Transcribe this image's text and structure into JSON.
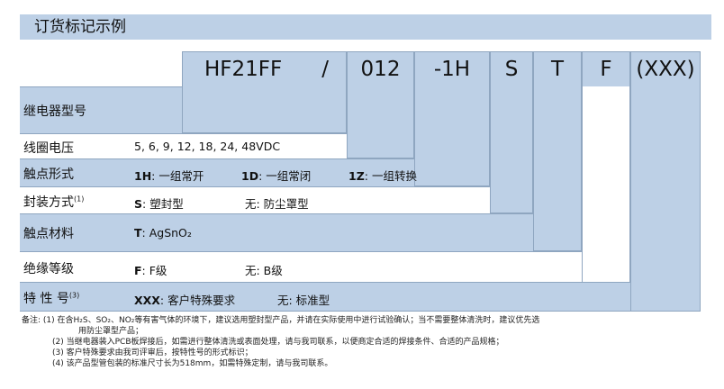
{
  "title": "订货标记示例",
  "part_number": {
    "model": "HF21FF",
    "slash": "/",
    "voltage": "012",
    "contact": "-1H",
    "seal": "S",
    "material": "T",
    "flex": "F",
    "special": "(XXX)"
  },
  "rows": {
    "relay_model": {
      "label": "继电器型号"
    },
    "coil_voltage": {
      "label": "线圈电压",
      "value": "5, 6, 9, 12, 18, 24, 48VDC"
    },
    "contact_form": {
      "label": "触点形式",
      "opt1_code": "1H",
      "opt1_text": ": 一组常开",
      "opt2_code": "1D",
      "opt2_text": ": 一组常闭",
      "opt3_code": "1Z",
      "opt3_text": ": 一组转换"
    },
    "package": {
      "label": "封装方式",
      "sup": "(1)",
      "opt1_code": "S",
      "opt1_text": ": 塑封型",
      "opt2_text": "无: 防尘罩型"
    },
    "contact_material": {
      "label": "触点材料",
      "code": "T",
      "text": ": AgSnO₂"
    },
    "insulation": {
      "label": "绝缘等级",
      "opt1_code": "F",
      "opt1_text": ": F级",
      "opt2_text": "无: B级"
    },
    "special": {
      "label": "特 性 号",
      "sup": "(3)",
      "opt1_code": "XXX",
      "opt1_text": ": 客户特殊要求",
      "opt2_text": "无: 标准型"
    }
  },
  "notes": {
    "n1a": "备注:  (1)  在含H₂S、SO₂、NO₂等有害气体的环境下，建议选用塑封型产品，并请在实际使用中进行试验确认；当不需要整体清洗时，建议优先选",
    "n1b": "用防尘罩型产品；",
    "n2": "(2) 当继电器装入PCB板焊接后，如需进行整体清洗或表面处理，请与我司联系，以便商定合适的焊接条件、合适的产品规格；",
    "n3": "(3) 客户特殊要求由我司评审后，按特性号的形式标识；",
    "n4": "(4) 该产品型管包装的标准尺寸长为518mm，如需特殊定制，请与我司联系。"
  }
}
